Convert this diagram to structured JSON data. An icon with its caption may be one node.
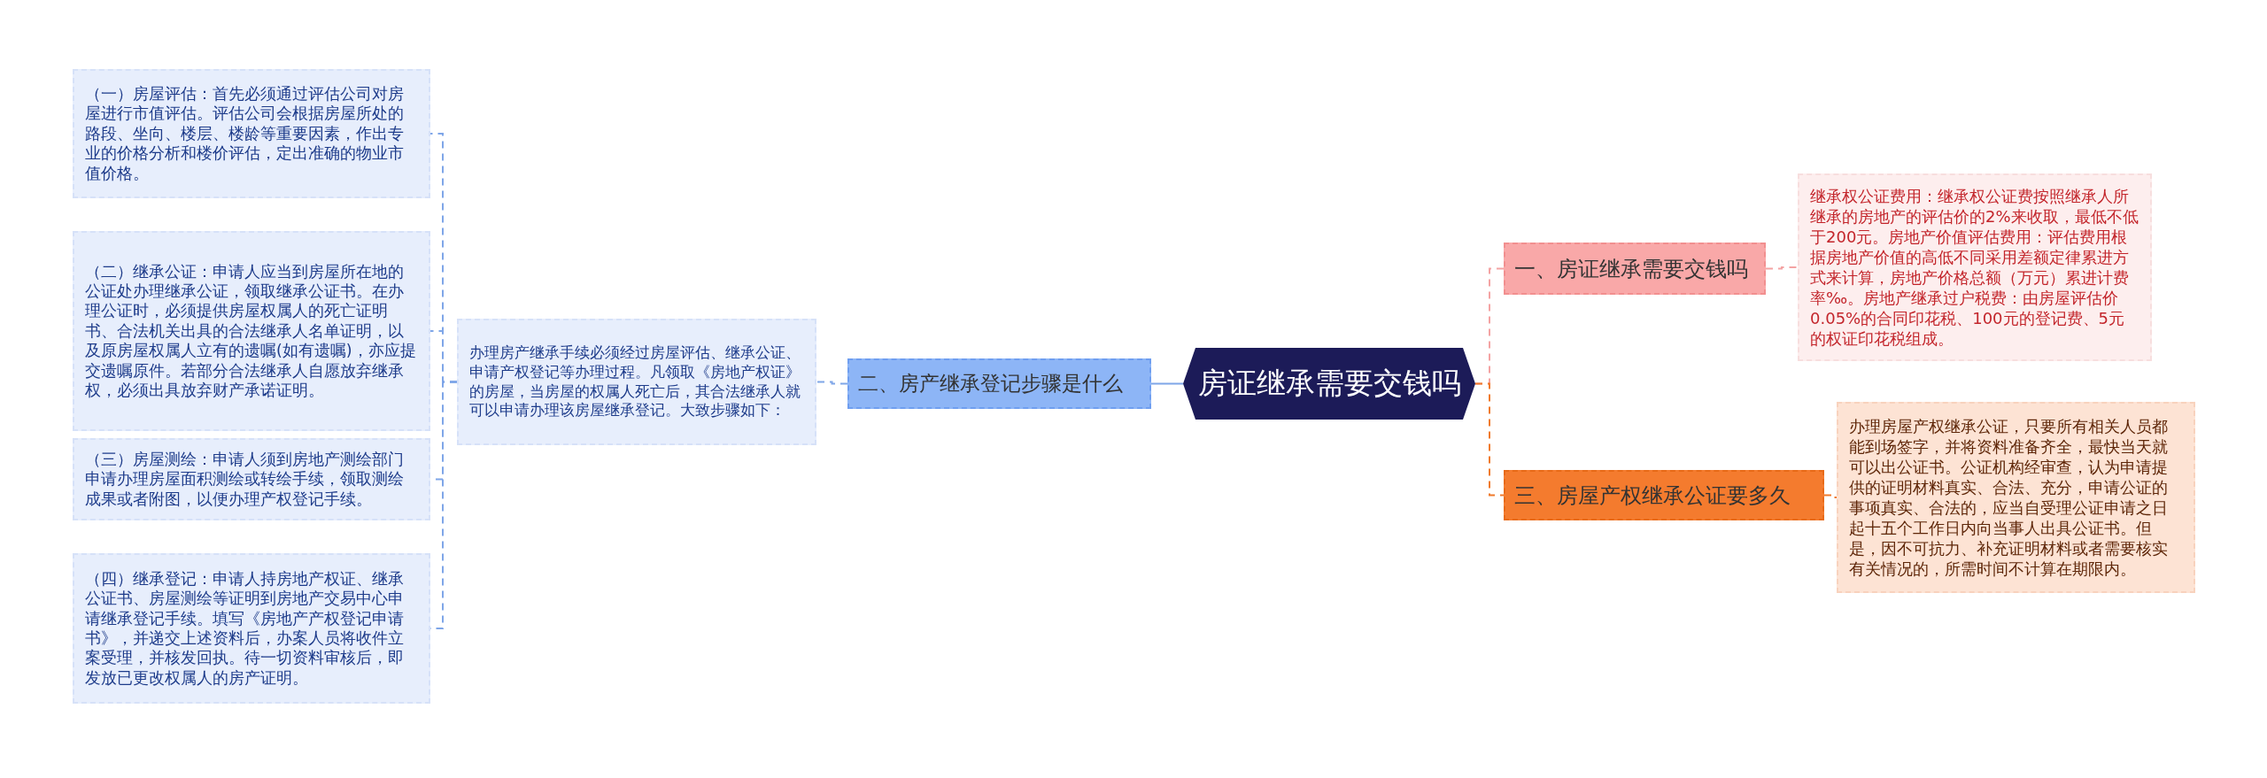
{
  "diagram": {
    "nodes": [
      {
        "text": [
          "房证继承需要交钱吗"
        ]
      },
      {
        "text": [
          "一、房证继承需要交钱吗"
        ]
      },
      {
        "text": [
          "继承权公证费用：继承权公证费按照继承人所继承的房地产的评估价的2%来收取，最低不低于200元。房地产价值评估费用：评估费用根据房地产价值的高低不同采用差额定律累进方式来计算，房地产价格总额（万元）累进计费率‰。房地产继承过户税费：由房屋评估价0.05%的合同印花税、100元的登记费、5元的权证印花税组成。"
        ]
      },
      {
        "text": [
          "三、房屋产权继承公证要多久"
        ]
      },
      {
        "text": [
          "办理房屋产权继承公证，只要所有相关人员都能到场签字，并将资料准备齐全，最快当天就可以出公证书。公证机构经审查，认为申请提供的证明材料真实、合法、充分，申请公证的事项真实、合法的，应当自受理公证申请之日起十五个工作日内向当事人出具公证书。但是，因不可抗力、补充证明材料或者需要核实有关情况的，所需时间不计算在期限内。"
        ]
      },
      {
        "text": [
          "二、房产继承登记步骤是什么"
        ]
      },
      {
        "text": [
          "办理房产继承手续必须经过房屋评估、继承公证、申请产权登记等办理过程。凡领取《房地产权证》的房屋，当房屋的权属人死亡后，其合法继承人就可以申请办理该房屋继承登记。大致步骤如下："
        ]
      },
      {
        "text": [
          "（一）房屋评估：首先必须通过评估公司对房屋进行市值评估。评估公司会根据房屋所处的路段、坐向、楼层、楼龄等重要因素，作出专业的价格分析和楼价评估，定出准确的物业市值价格。"
        ]
      },
      {
        "text": [
          "（二）继承公证：申请人应当到房屋所在地的公证处办理继承公证，领取继承公证书。在办理公证时，必须提供房屋权属人的死亡证明书、合法机关出具的合法继承人名单证明，以及原房屋权属人立有的遗嘱(如有遗嘱)，亦应提交遗嘱原件。若部分合法继承人自愿放弃继承权，必须出具放弃财产承诺证明。"
        ]
      },
      {
        "text": [
          "（三）房屋测绘：申请人须到房地产测绘部门申请办理房屋面积测绘或转绘手续，领取测绘成果或者附图，以便办理产权登记手续。"
        ]
      },
      {
        "text": [
          "（四）继承登记：申请人持房地产权证、继承公证书、房屋测绘等证明到房地产交易中心申请继承登记手续。填写《房地产产权登记申请书》，并递交上述资料后，办案人员将收件立案受理，并核发回执。待一切资料审核后，即发放已更改权属人的房产证明。"
        ]
      }
    ],
    "edges": [
      {
        "from": 0,
        "to": 1,
        "arrow": "none",
        "style": "dashed",
        "color": "#f4a3a3"
      },
      {
        "from": 1,
        "to": 2,
        "arrow": "none",
        "style": "dashed",
        "color": "#f4a3a3"
      },
      {
        "from": 0,
        "to": 3,
        "arrow": "none",
        "style": "dashed",
        "color": "#f07a2c"
      },
      {
        "from": 3,
        "to": 4,
        "arrow": "none",
        "style": "dashed",
        "color": "#f07a2c"
      },
      {
        "from": 0,
        "to": 5,
        "arrow": "none"
      },
      {
        "from": 5,
        "to": 6,
        "arrow": "none",
        "style": "dashed"
      },
      {
        "from": 6,
        "to": 7,
        "arrow": "none",
        "style": "dashed"
      },
      {
        "from": 6,
        "to": 8,
        "arrow": "none",
        "style": "dashed"
      },
      {
        "from": 6,
        "to": 9,
        "arrow": "none",
        "style": "dashed"
      },
      {
        "from": 6,
        "to": 10,
        "arrow": "none",
        "style": "dashed"
      }
    ]
  }
}
